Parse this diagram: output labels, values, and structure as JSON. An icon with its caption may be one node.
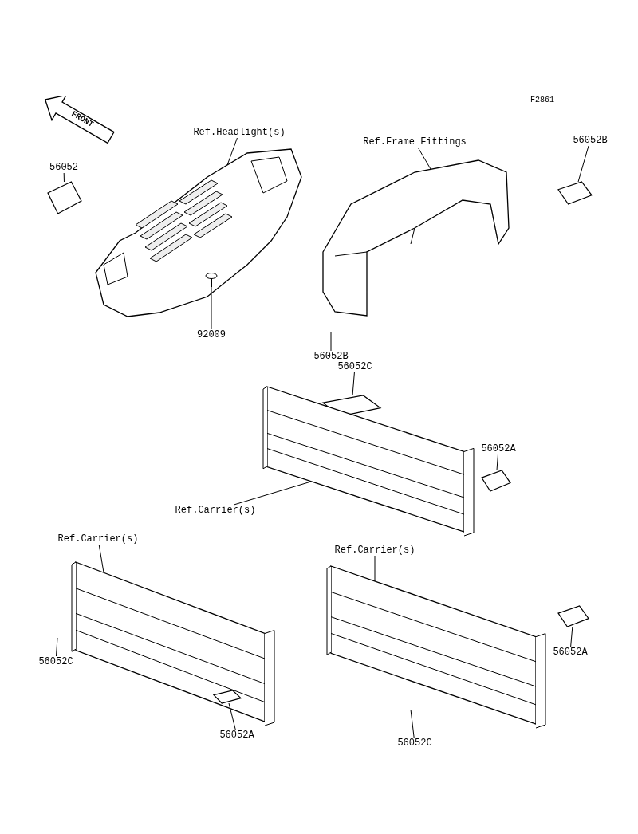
{
  "diagram": {
    "nodes": [
      {
        "text": [
          "Ref.Headlight(s)"
        ]
      },
      {
        "text": [],
        "shape": "picture"
      },
      {
        "text": [
          "56052"
        ]
      },
      {
        "text": [],
        "shape": "picture"
      },
      {
        "text": [
          "92009"
        ]
      },
      {
        "text": [],
        "shape": "picture",
        "in": 1
      },
      {
        "text": [
          "Ref.Frame Fittings"
        ]
      },
      {
        "text": [],
        "shape": "picture"
      },
      {
        "text": [
          "56052B"
        ]
      },
      {
        "text": [],
        "shape": "picture"
      },
      {
        "text": [
          "56052B"
        ]
      },
      {
        "text": [
          "56052C"
        ]
      },
      {
        "text": [],
        "shape": "picture"
      },
      {
        "text": [
          "Ref.Carrier(s)"
        ]
      },
      {
        "text": [],
        "shape": "picture"
      },
      {
        "text": [
          "56052A"
        ]
      },
      {
        "text": [],
        "shape": "picture"
      },
      {
        "text": [
          "Ref.Carrier(s)"
        ]
      },
      {
        "text": [],
        "shape": "picture"
      },
      {
        "text": [
          "56052C"
        ]
      },
      {
        "text": [
          "56052A"
        ]
      },
      {
        "text": [],
        "shape": "picture",
        "in": 18
      },
      {
        "text": [
          "Ref.Carrier(s)"
        ]
      },
      {
        "text": [],
        "shape": "picture"
      },
      {
        "text": [
          "56052A"
        ]
      },
      {
        "text": [],
        "shape": "picture"
      },
      {
        "text": [
          "56052C"
        ]
      }
    ],
    "edges": [
      {
        "from": 0,
        "to": 1,
        "arrow": "none"
      },
      {
        "from": 2,
        "to": 3,
        "arrow": "none"
      },
      {
        "from": 4,
        "to": 5,
        "arrow": "none"
      },
      {
        "from": 6,
        "to": 7,
        "arrow": "none"
      },
      {
        "from": 8,
        "to": 9,
        "arrow": "none"
      },
      {
        "from": 10,
        "to": null,
        "arrow": "none"
      },
      {
        "from": 11,
        "to": 12,
        "arrow": "none"
      },
      {
        "from": 13,
        "to": 14,
        "arrow": "none"
      },
      {
        "from": 15,
        "to": 16,
        "arrow": "none"
      },
      {
        "from": 17,
        "to": 18,
        "arrow": "none"
      },
      {
        "from": 19,
        "to": null,
        "arrow": "none"
      },
      {
        "from": 20,
        "to": 21,
        "arrow": "none"
      },
      {
        "from": 22,
        "to": 23,
        "arrow": "none"
      },
      {
        "from": 24,
        "to": 25,
        "arrow": "none"
      },
      {
        "from": 26,
        "to": null,
        "arrow": "none"
      }
    ],
    "labels": [
      "F2861",
      "FRONT"
    ]
  }
}
